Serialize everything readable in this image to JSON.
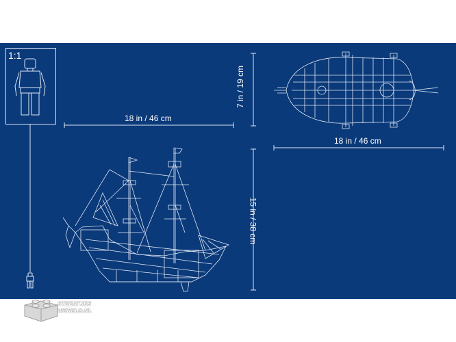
{
  "scale": {
    "label": "1:1"
  },
  "dimensions": {
    "side_width": "18 in / 46 cm",
    "side_height": "15 in / 38 cm",
    "top_width": "18 in / 46 cm",
    "top_depth": "7 in / 19 cm"
  },
  "watermark": {
    "line1": "STEENTJES",
    "line2": "WERELD.NL"
  },
  "colors": {
    "background": "#0b3a7a",
    "line": "#dfe8f5"
  }
}
